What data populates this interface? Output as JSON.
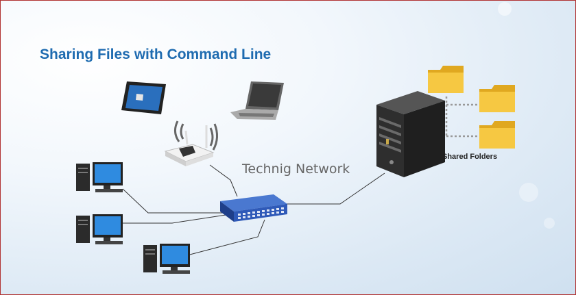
{
  "title": "Sharing Files with Command Line",
  "network_label": "Technig Network",
  "shared_folders_label": "Shared Folders",
  "colors": {
    "title": "#1e6bb0",
    "switch": "#2f5ab8",
    "cable": "#333333",
    "folder": "#f6c842",
    "border": "#b03030"
  },
  "icons": [
    "tablet-icon",
    "laptop-icon",
    "wifi-router-icon",
    "desktop-computer-icon",
    "network-switch-icon",
    "server-icon",
    "folder-icon"
  ]
}
